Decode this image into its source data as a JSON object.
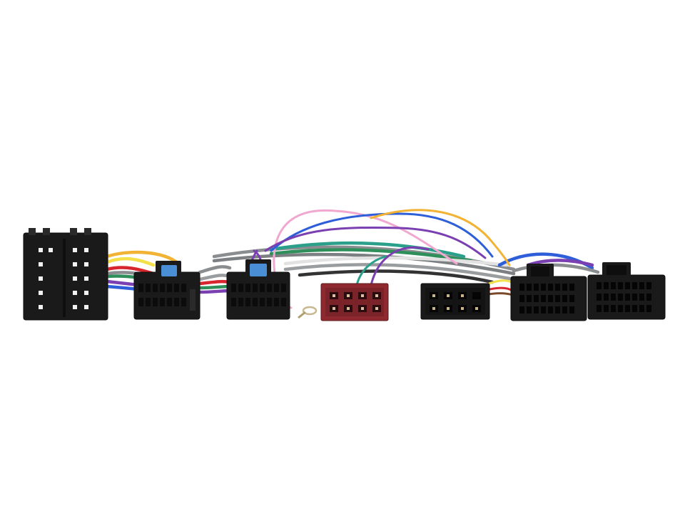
{
  "photo": {
    "background": "#ffffff",
    "connector_color": "#1a1a1a",
    "iso_power_connector_color": "#8e2a2f",
    "latch_color": "#4a8fd6",
    "wire_colors": {
      "gray": "#8a8d8f",
      "green": "#2f8f5a",
      "teal": "#2aa08a",
      "white": "#e8e8e8",
      "pink": "#f0a8d0",
      "purple": "#7a3fb0",
      "orange": "#f2b233",
      "blue": "#2e5fd8",
      "yellow": "#f3e04a",
      "red": "#d8262e",
      "black": "#222222",
      "brown": "#7a4a2a"
    },
    "connectors": [
      {
        "kind": "iso-male-block"
      },
      {
        "kind": "multi-pin-plug-blue-latch"
      },
      {
        "kind": "multi-pin-plug-blue-latch"
      },
      {
        "kind": "iso-power-socket"
      },
      {
        "kind": "iso-speaker-socket"
      },
      {
        "kind": "multi-pin-vehicle-plug"
      },
      {
        "kind": "multi-pin-vehicle-plug"
      }
    ]
  }
}
